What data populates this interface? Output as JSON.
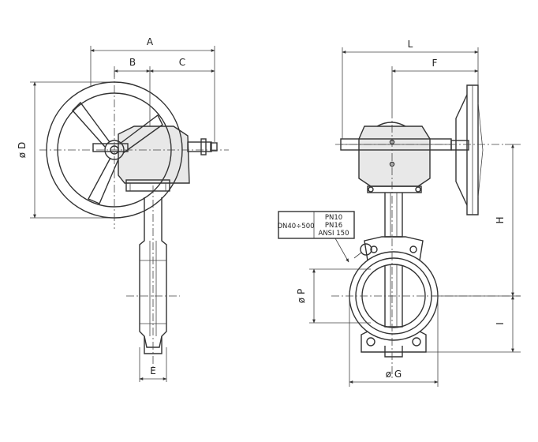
{
  "dimensions": {
    "A": "A",
    "B": "B",
    "C": "C",
    "D": "ø D",
    "E": "E",
    "L": "L",
    "F": "F",
    "H": "H",
    "I": "I",
    "P": "ø P",
    "G": "ø G"
  },
  "note_table": {
    "size_range": "DN40÷500",
    "ratings": [
      "PN10",
      "PN16",
      "ANSI 150"
    ]
  }
}
